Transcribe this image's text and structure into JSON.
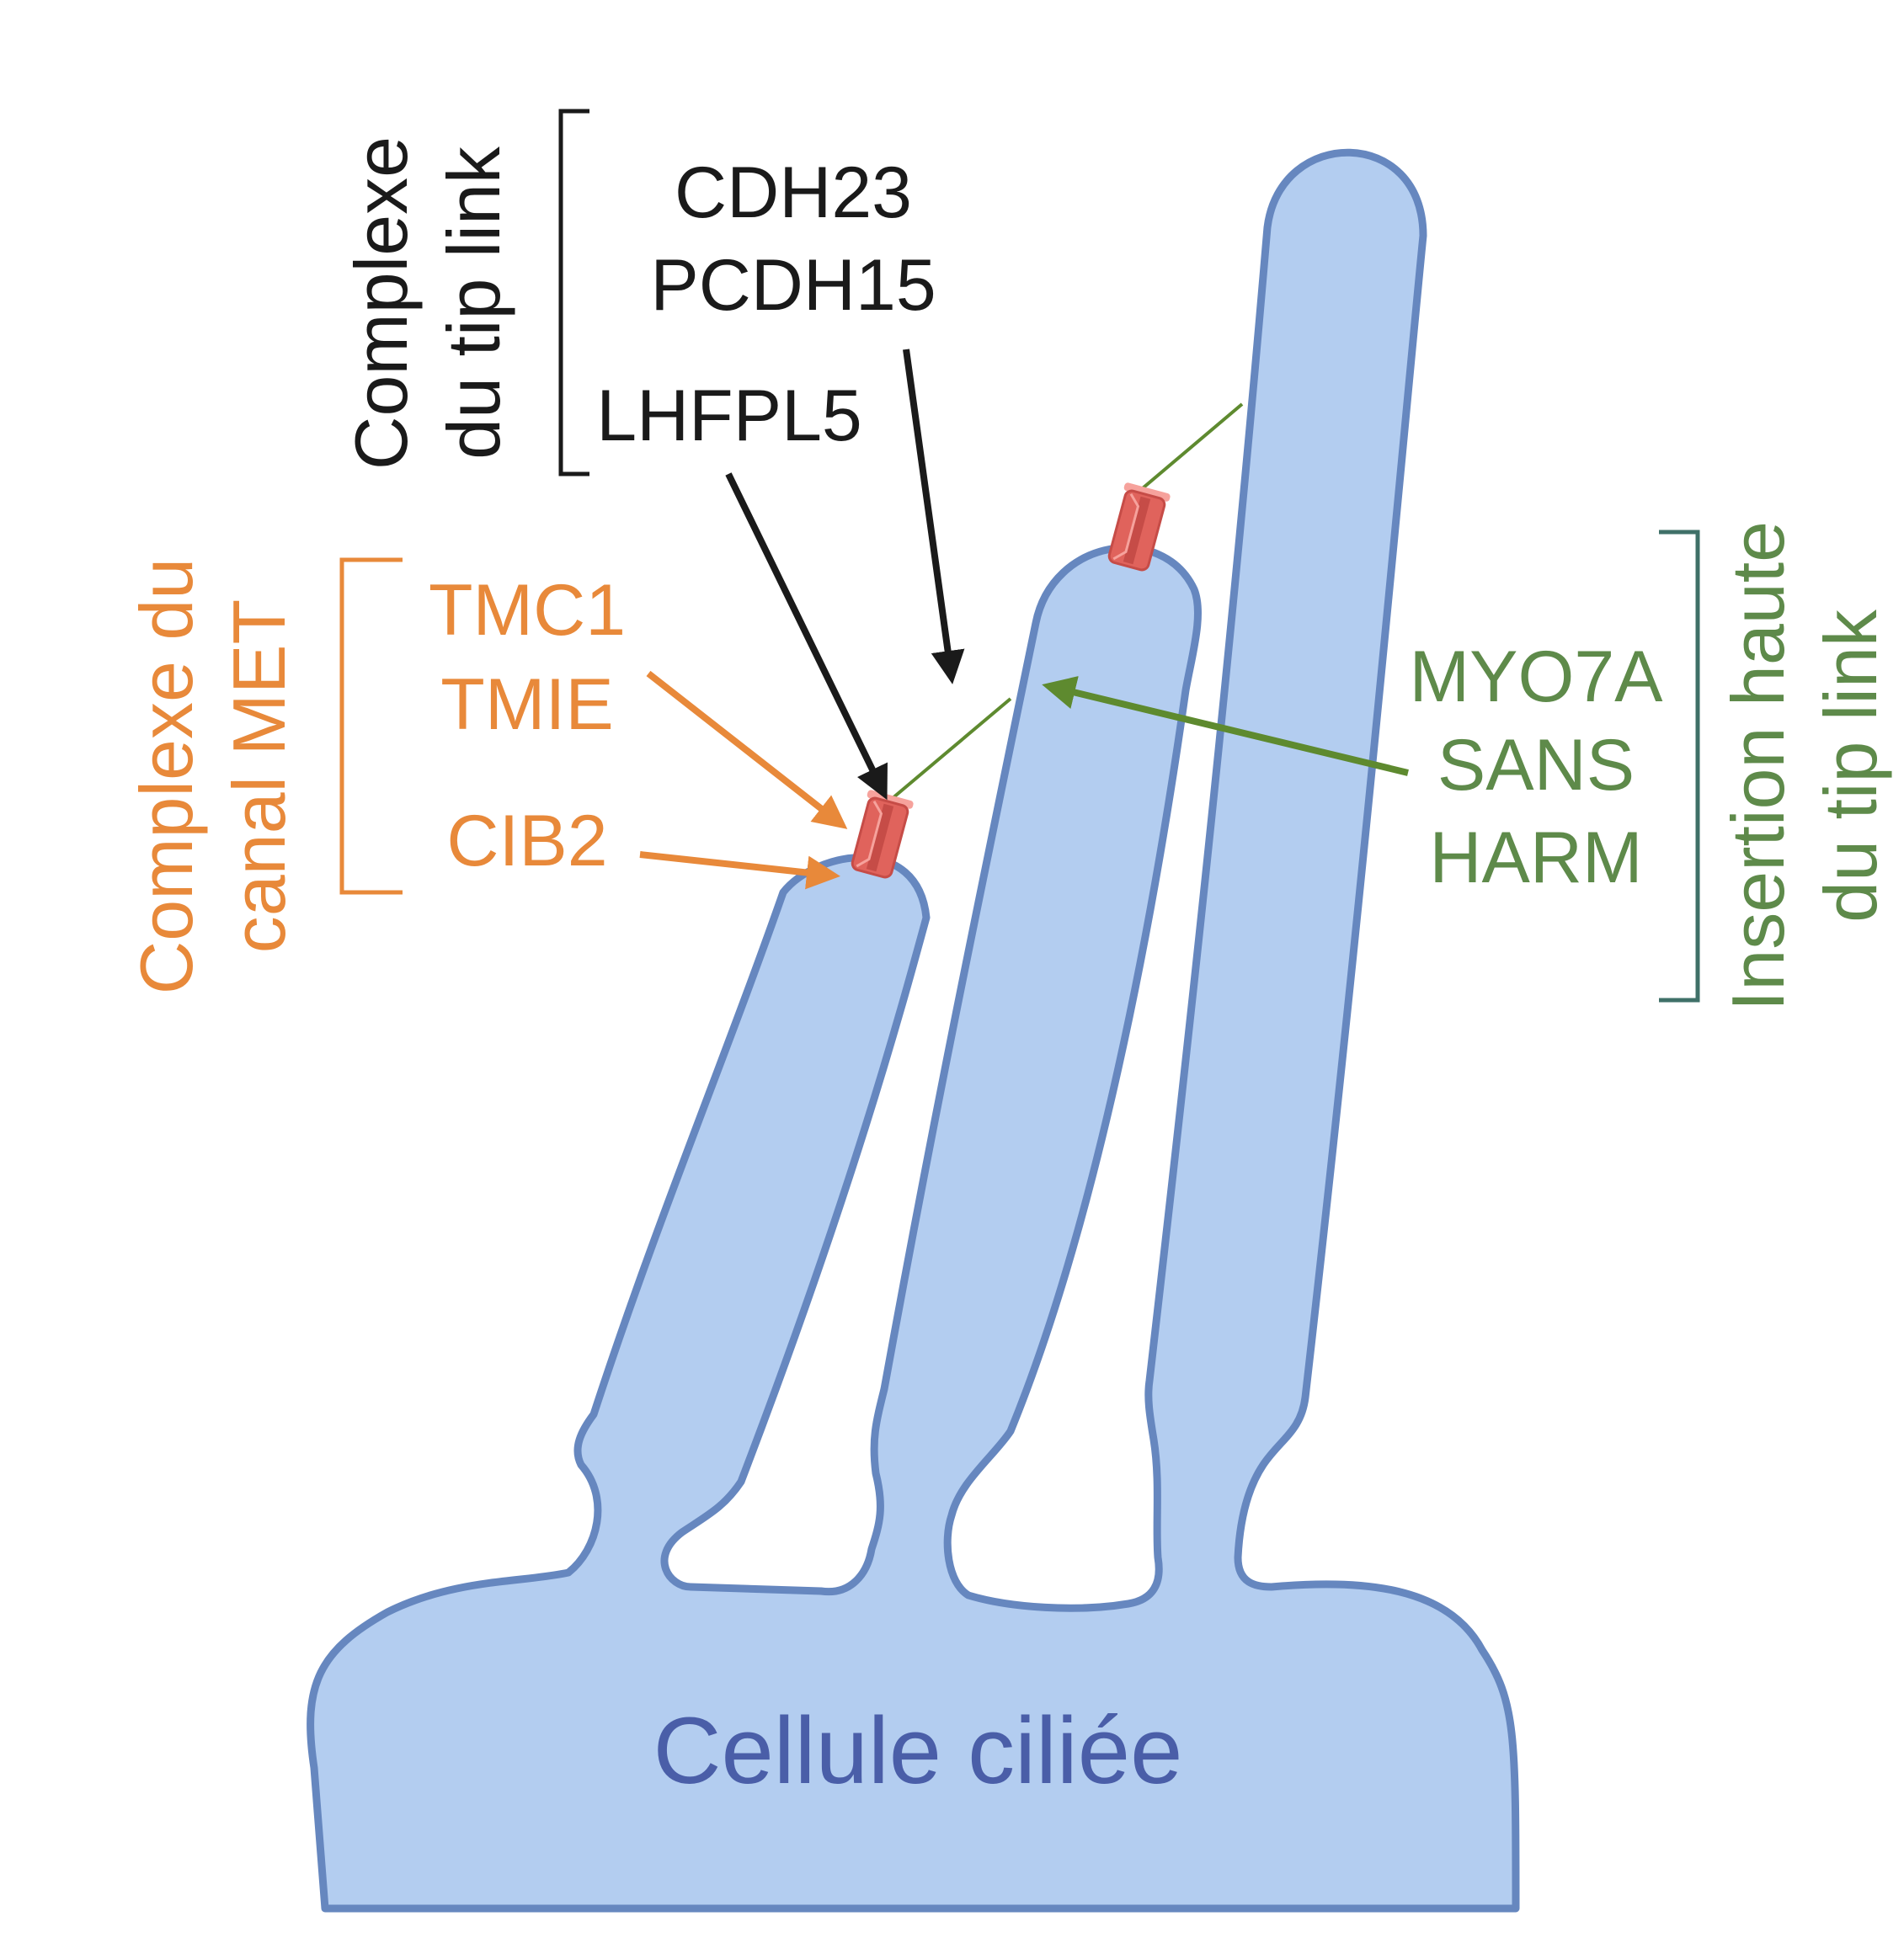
{
  "colors": {
    "cell_fill": "#b3cdf0",
    "cell_stroke": "#6687bf",
    "cell_label": "#4a5ea8",
    "tip_link_color": "#1a1a1a",
    "met_color": "#e8893a",
    "upper_color": "#5e8a4a",
    "upper_bracket_color": "#3f7068",
    "link_line_color": "#5e8a2f",
    "channel_fill": "#e0635c",
    "channel_dark": "#c64c47",
    "channel_light": "#f6a29c"
  },
  "tip_link_complex": {
    "title_line1": "Complexe",
    "title_line2": "du tip link",
    "proteins": [
      "CDH23",
      "PCDH15",
      "LHFPL5"
    ]
  },
  "met_complex": {
    "title_line1": "Complexe du",
    "title_line2": "canal MET",
    "proteins": [
      "TMC1",
      "TMIE",
      "CIB2"
    ]
  },
  "upper_insertion": {
    "title_line1": "Insertion haute",
    "title_line2": "du tip link",
    "proteins": [
      "MYO7A",
      "SANS",
      "HARM"
    ]
  },
  "cell_label": "Cellule ciliée",
  "icons": {
    "channel": "met-channel-icon",
    "arrow": "arrow-icon"
  }
}
